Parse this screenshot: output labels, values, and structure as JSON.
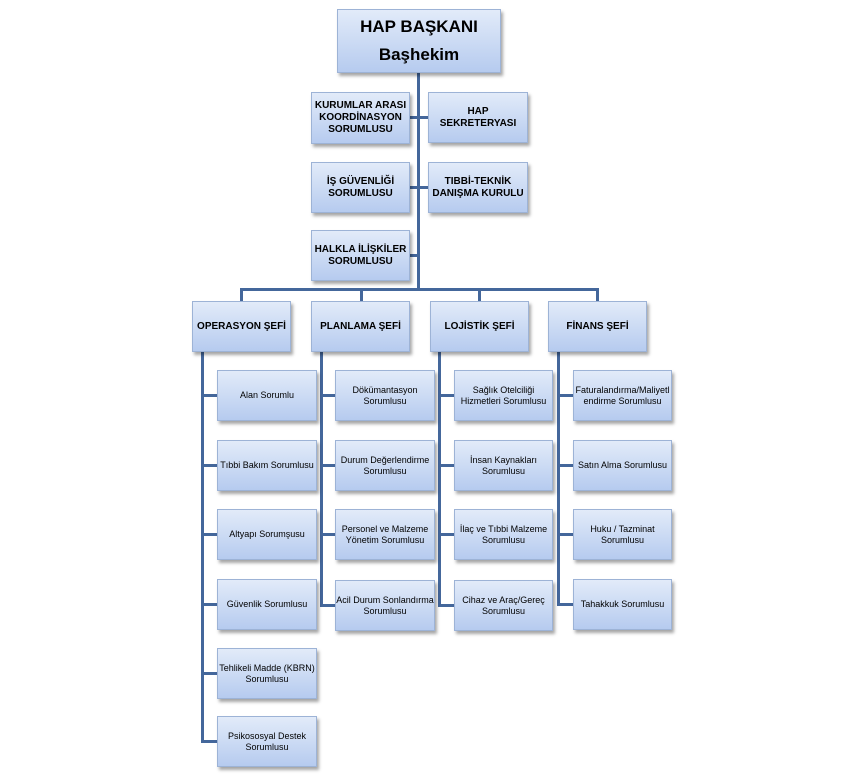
{
  "top": {
    "line1": "HAP BAŞKANI",
    "line2": "Başhekim"
  },
  "staff_left": [
    "KURUMLAR ARASI KOORDİNASYON SORUMLUSU",
    "İŞ GÜVENLİĞİ SORUMLUSU",
    "HALKLA İLİŞKİLER SORUMLUSU"
  ],
  "staff_right": [
    "HAP SEKRETERYASI",
    "TIBBİ-TEKNİK DANIŞMA KURULU"
  ],
  "departments": [
    {
      "title": "OPERASYON ŞEFİ",
      "children": [
        "Alan Sorumlu",
        "Tıbbi Bakım Sorumlusu",
        "Altyapı Sorumşusu",
        "Güvenlik Sorumlusu",
        "Tehlikeli Madde (KBRN) Sorumlusu",
        "Psikososyal Destek Sorumlusu"
      ]
    },
    {
      "title": "PLANLAMA ŞEFİ",
      "children": [
        "Dökümantasyon Sorumlusu",
        "Durum Değerlendirme Sorumlusu",
        "Personel ve Malzeme Yönetim Sorumlusu",
        "Acil Durum Sonlandırma Sorumlusu"
      ]
    },
    {
      "title": "LOJİSTİK ŞEFİ",
      "children": [
        "Sağlık Otelciliği Hizmetleri Sorumlusu",
        "İnsan Kaynakları Sorumlusu",
        "İlaç ve Tıbbi Malzeme Sorumlusu",
        "Cihaz ve Araç/Gereç Sorumlusu"
      ]
    },
    {
      "title": "FİNANS ŞEFİ",
      "children": [
        "Faturalandırma/Maliyetlendirme Sorumlusu",
        "Satın Alma Sorumlusu",
        "Huku / Tazminat Sorumlusu",
        "Tahakkuk Sorumlusu"
      ]
    }
  ]
}
